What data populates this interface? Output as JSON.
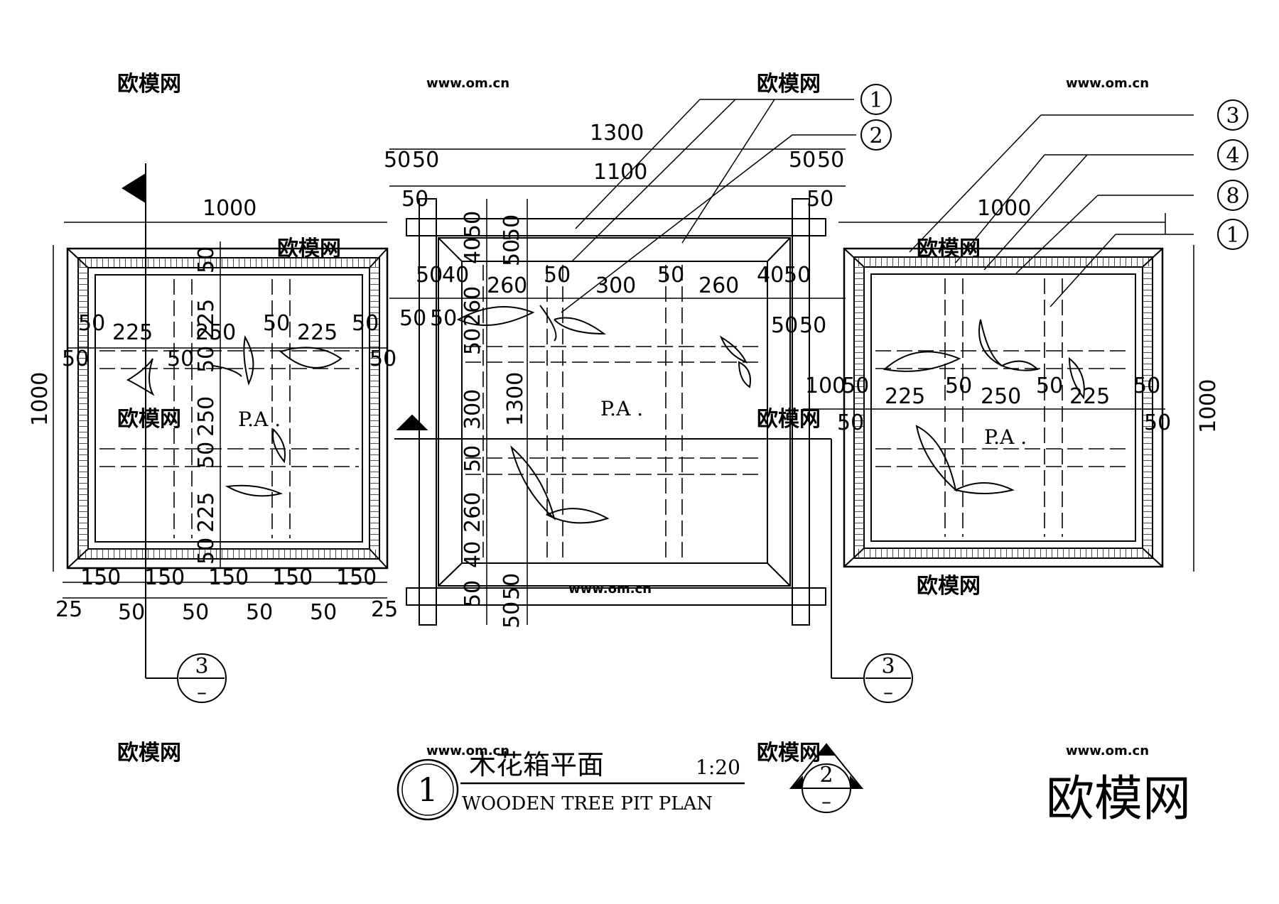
{
  "title_block": {
    "number": "1",
    "title_cn": "木花箱平面",
    "title_en": "WOODEN TREE PIT PLAN",
    "scale": "1:20"
  },
  "section_marks": {
    "left": {
      "number": "3",
      "sheet": "–"
    },
    "right": {
      "number": "3",
      "sheet": "–"
    },
    "bottom": {
      "number": "2",
      "sheet": "–"
    }
  },
  "callouts": [
    "1",
    "2",
    "3",
    "4",
    "8",
    "1"
  ],
  "plans": {
    "left": {
      "label": "P.A .",
      "width": "1000",
      "height": "1000",
      "dims_horizontal": [
        "50",
        "225",
        "50",
        "250",
        "50",
        "225",
        "50"
      ],
      "dims_vertical": [
        "50",
        "225",
        "50",
        "250",
        "50",
        "225",
        "50"
      ],
      "dims_bottom_top": [
        "150",
        "150",
        "150",
        "150",
        "150"
      ],
      "dims_bottom_low": [
        "25",
        "50",
        "50",
        "50",
        "50",
        "25"
      ],
      "dims_side": [
        "50",
        "50"
      ]
    },
    "middle": {
      "label": "P.A .",
      "overall": "1300",
      "inner": "1100",
      "height": "1300",
      "dims_top_a": [
        "50",
        "50",
        "50",
        "50"
      ],
      "dims_top_b": [
        "50",
        "50"
      ],
      "dims_h": [
        "50",
        "40",
        "260",
        "50",
        "300",
        "50",
        "260",
        "40",
        "50"
      ],
      "dims_h2": [
        "50",
        "50",
        "50",
        "50"
      ],
      "dims_v": [
        "50",
        "40",
        "260",
        "50",
        "300",
        "50",
        "260",
        "40",
        "50"
      ],
      "dims_v2": [
        "50",
        "50",
        "50",
        "50"
      ]
    },
    "right": {
      "label": "P.A .",
      "width": "1000",
      "height": "1000",
      "dims_horizontal": [
        "100",
        "50",
        "225",
        "50",
        "250",
        "50",
        "225",
        "50"
      ],
      "dims_low": [
        "50",
        "50"
      ]
    }
  },
  "watermark": {
    "brand": "欧模网",
    "url": "www.om.cn"
  }
}
